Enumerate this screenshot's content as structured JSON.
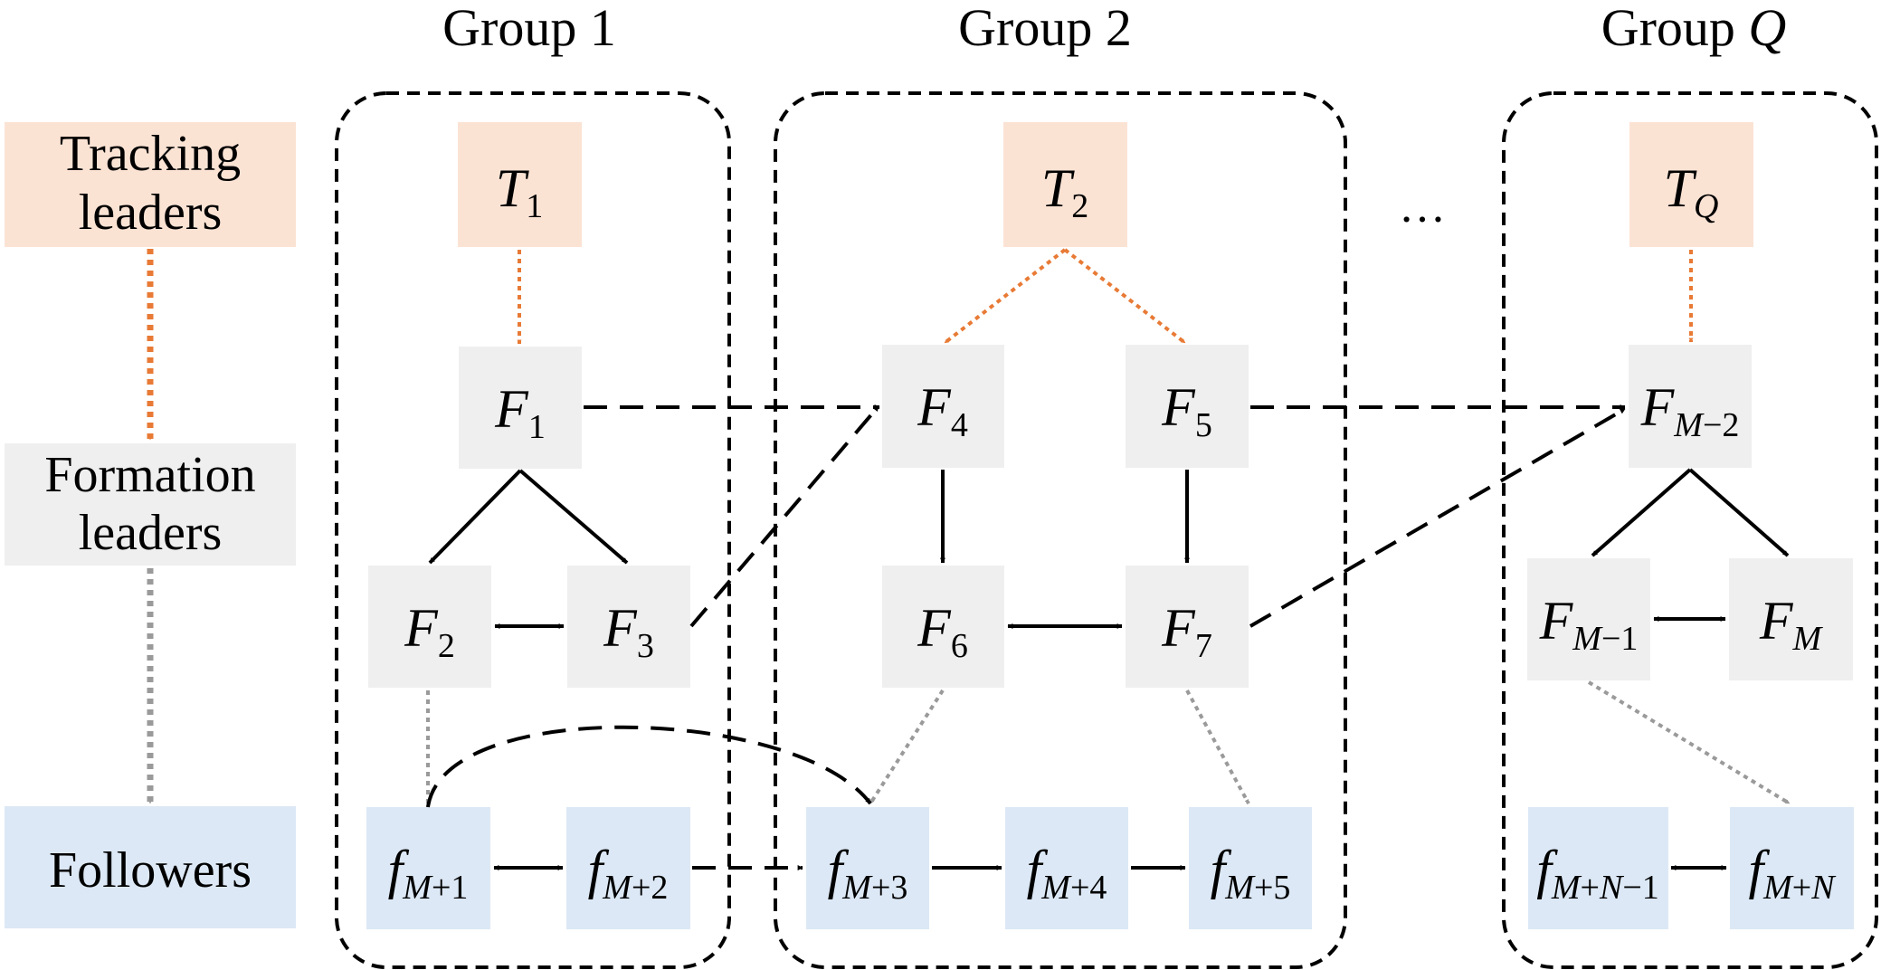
{
  "headers": {
    "group1": "Group 1",
    "group2": "Group 2",
    "groupQ_prefix": "Group ",
    "groupQ_var": "Q"
  },
  "legend": {
    "tracking_line1": "Tracking",
    "tracking_line2": "leaders",
    "formation_line1": "Formation",
    "formation_line2": "leaders",
    "followers": "Followers"
  },
  "ellipsis": "…",
  "nodes": {
    "T1": {
      "main": "T",
      "sub": "1"
    },
    "T2": {
      "main": "T",
      "sub": "2"
    },
    "TQ": {
      "main": "T",
      "sub": "Q"
    },
    "F1": {
      "main": "F",
      "sub": "1"
    },
    "F2": {
      "main": "F",
      "sub": "2"
    },
    "F3": {
      "main": "F",
      "sub": "3"
    },
    "F4": {
      "main": "F",
      "sub": "4"
    },
    "F5": {
      "main": "F",
      "sub": "5"
    },
    "F6": {
      "main": "F",
      "sub": "6"
    },
    "F7": {
      "main": "F",
      "sub": "7"
    },
    "FM2": {
      "main": "F",
      "sub_var": "M",
      "sub_rest": "−2"
    },
    "FM1": {
      "main": "F",
      "sub_var": "M",
      "sub_rest": "−1"
    },
    "FM": {
      "main": "F",
      "sub_var": "M"
    },
    "f1": {
      "main": "f",
      "sub_var": "M",
      "sub_rest": "+1"
    },
    "f2": {
      "main": "f",
      "sub_var": "M",
      "sub_rest": "+2"
    },
    "f3": {
      "main": "f",
      "sub_var": "M",
      "sub_rest": "+3"
    },
    "f4": {
      "main": "f",
      "sub_var": "M",
      "sub_rest": "+4"
    },
    "f5": {
      "main": "f",
      "sub_var": "M",
      "sub_rest": "+5"
    },
    "fN1": {
      "main": "f",
      "sub_var": "M",
      "sub_mid": "+",
      "sub_var2": "N",
      "sub_rest": "−1"
    },
    "fN": {
      "main": "f",
      "sub_var": "M",
      "sub_mid": "+",
      "sub_var2": "N"
    }
  },
  "colors": {
    "tracking_fill": "#fbe3d4",
    "formation_fill": "#efefef",
    "follower_fill": "#dce8f5",
    "orange_arrow": "#e87a35",
    "gray_arrow": "#9a9a9a",
    "black": "#000000"
  }
}
